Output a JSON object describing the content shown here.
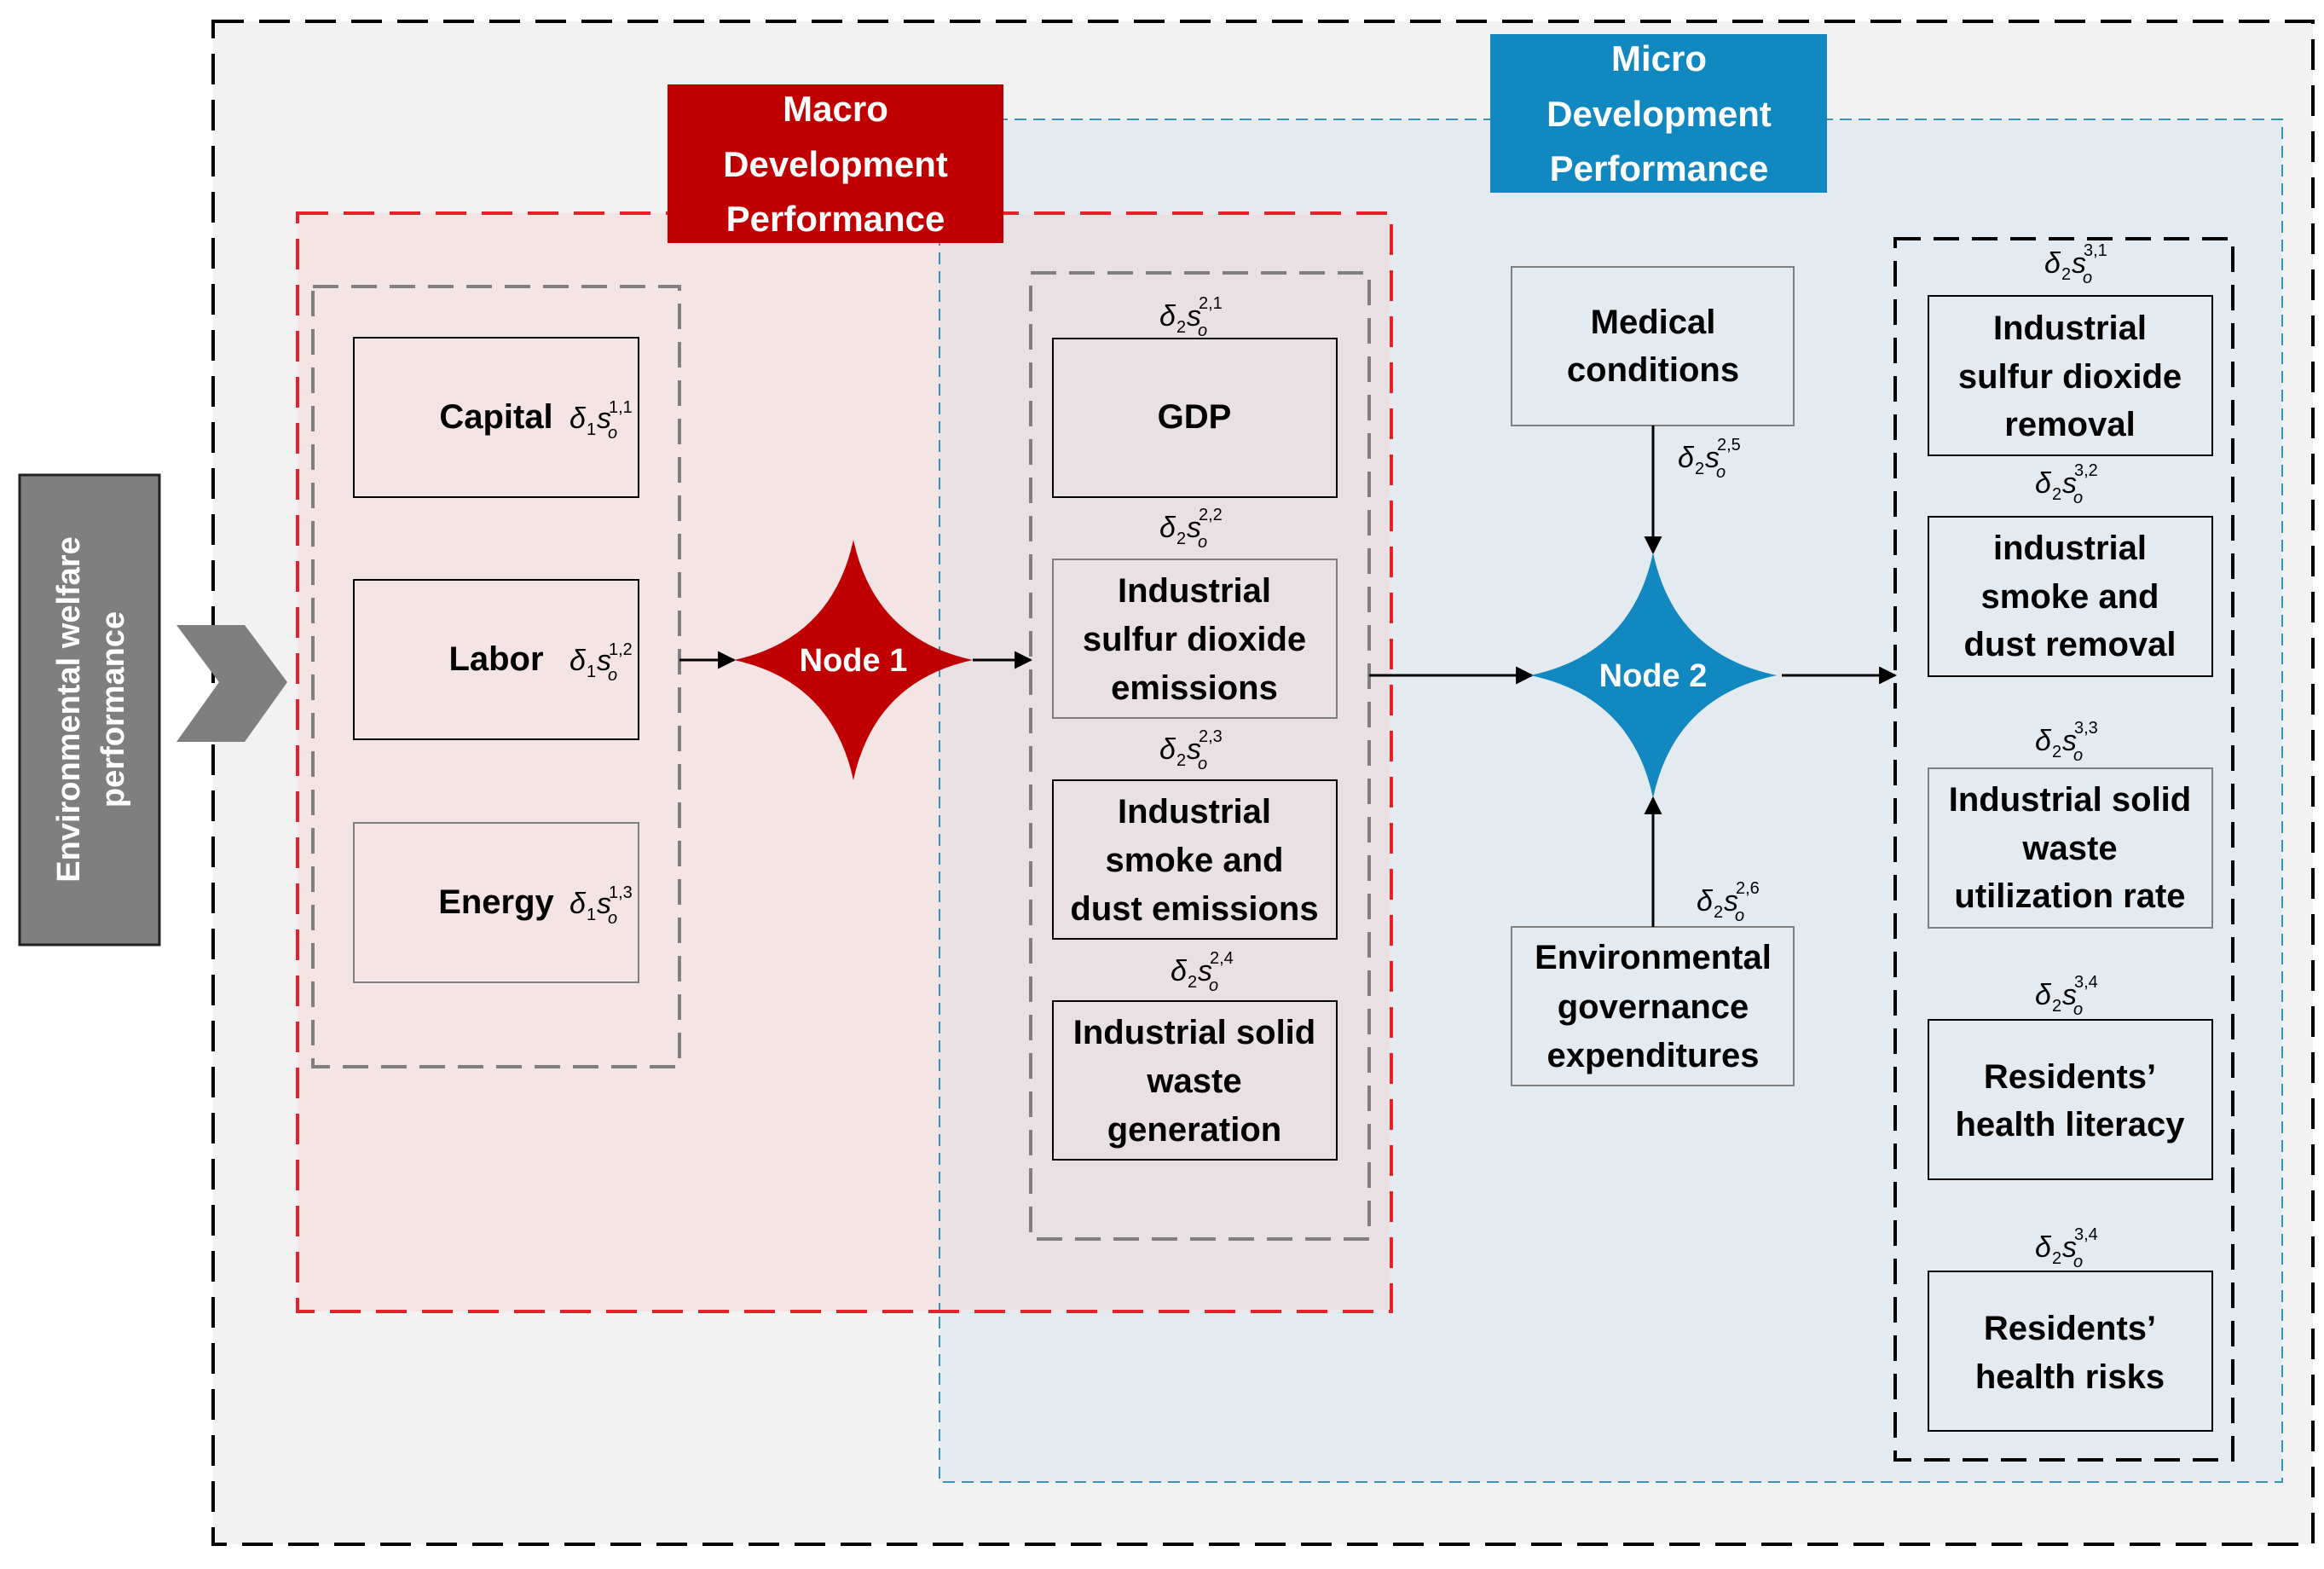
{
  "side_label": [
    "Environmental welfare",
    "performance"
  ],
  "macro_title": [
    "Macro",
    "Development",
    "Performance"
  ],
  "micro_title": [
    "Micro",
    "Development",
    "Performance"
  ],
  "inputs": [
    {
      "label": "Capital",
      "sup": "1,1"
    },
    {
      "label": "Labor",
      "sup": "1,2"
    },
    {
      "label": "Energy",
      "sup": "1,3"
    }
  ],
  "node1": "Node 1",
  "node2": "Node 2",
  "intermediates": [
    {
      "lines": [
        "GDP"
      ],
      "sup": "2,1"
    },
    {
      "lines": [
        "Industrial",
        "sulfur dioxide",
        "emissions"
      ],
      "sup": "2,2"
    },
    {
      "lines": [
        "Industrial",
        "smoke and",
        "dust emissions"
      ],
      "sup": "2,3"
    },
    {
      "lines": [
        "Industrial solid",
        "waste",
        "generation"
      ],
      "sup": "2,4"
    }
  ],
  "medical": {
    "lines": [
      "Medical",
      "conditions"
    ],
    "sup": "2,5"
  },
  "governance": {
    "lines": [
      "Environmental",
      "governance",
      "expenditures"
    ],
    "sup": "2,6"
  },
  "outputs": [
    {
      "lines": [
        "Industrial",
        "sulfur dioxide",
        "removal"
      ],
      "sup": "3,1"
    },
    {
      "lines": [
        "industrial",
        "smoke and",
        "dust removal"
      ],
      "sup": "3,2"
    },
    {
      "lines": [
        "Industrial solid",
        "waste",
        "utilization rate"
      ],
      "sup": "3,3"
    },
    {
      "lines": [
        "Residents’",
        "health literacy"
      ],
      "sup": "3,4"
    },
    {
      "lines": [
        "Residents’",
        "health risks"
      ],
      "sup": "3,4"
    }
  ],
  "colors": {
    "macro_red": "#c00000",
    "micro_blue": "#1188bf",
    "side_gray": "#7f7f7f",
    "outer_bg": "#f2f2f2",
    "macro_bg": "#f4e4e4",
    "micro_bg": "#e4ebf0",
    "overlap_bg": "#e8e0e3"
  }
}
